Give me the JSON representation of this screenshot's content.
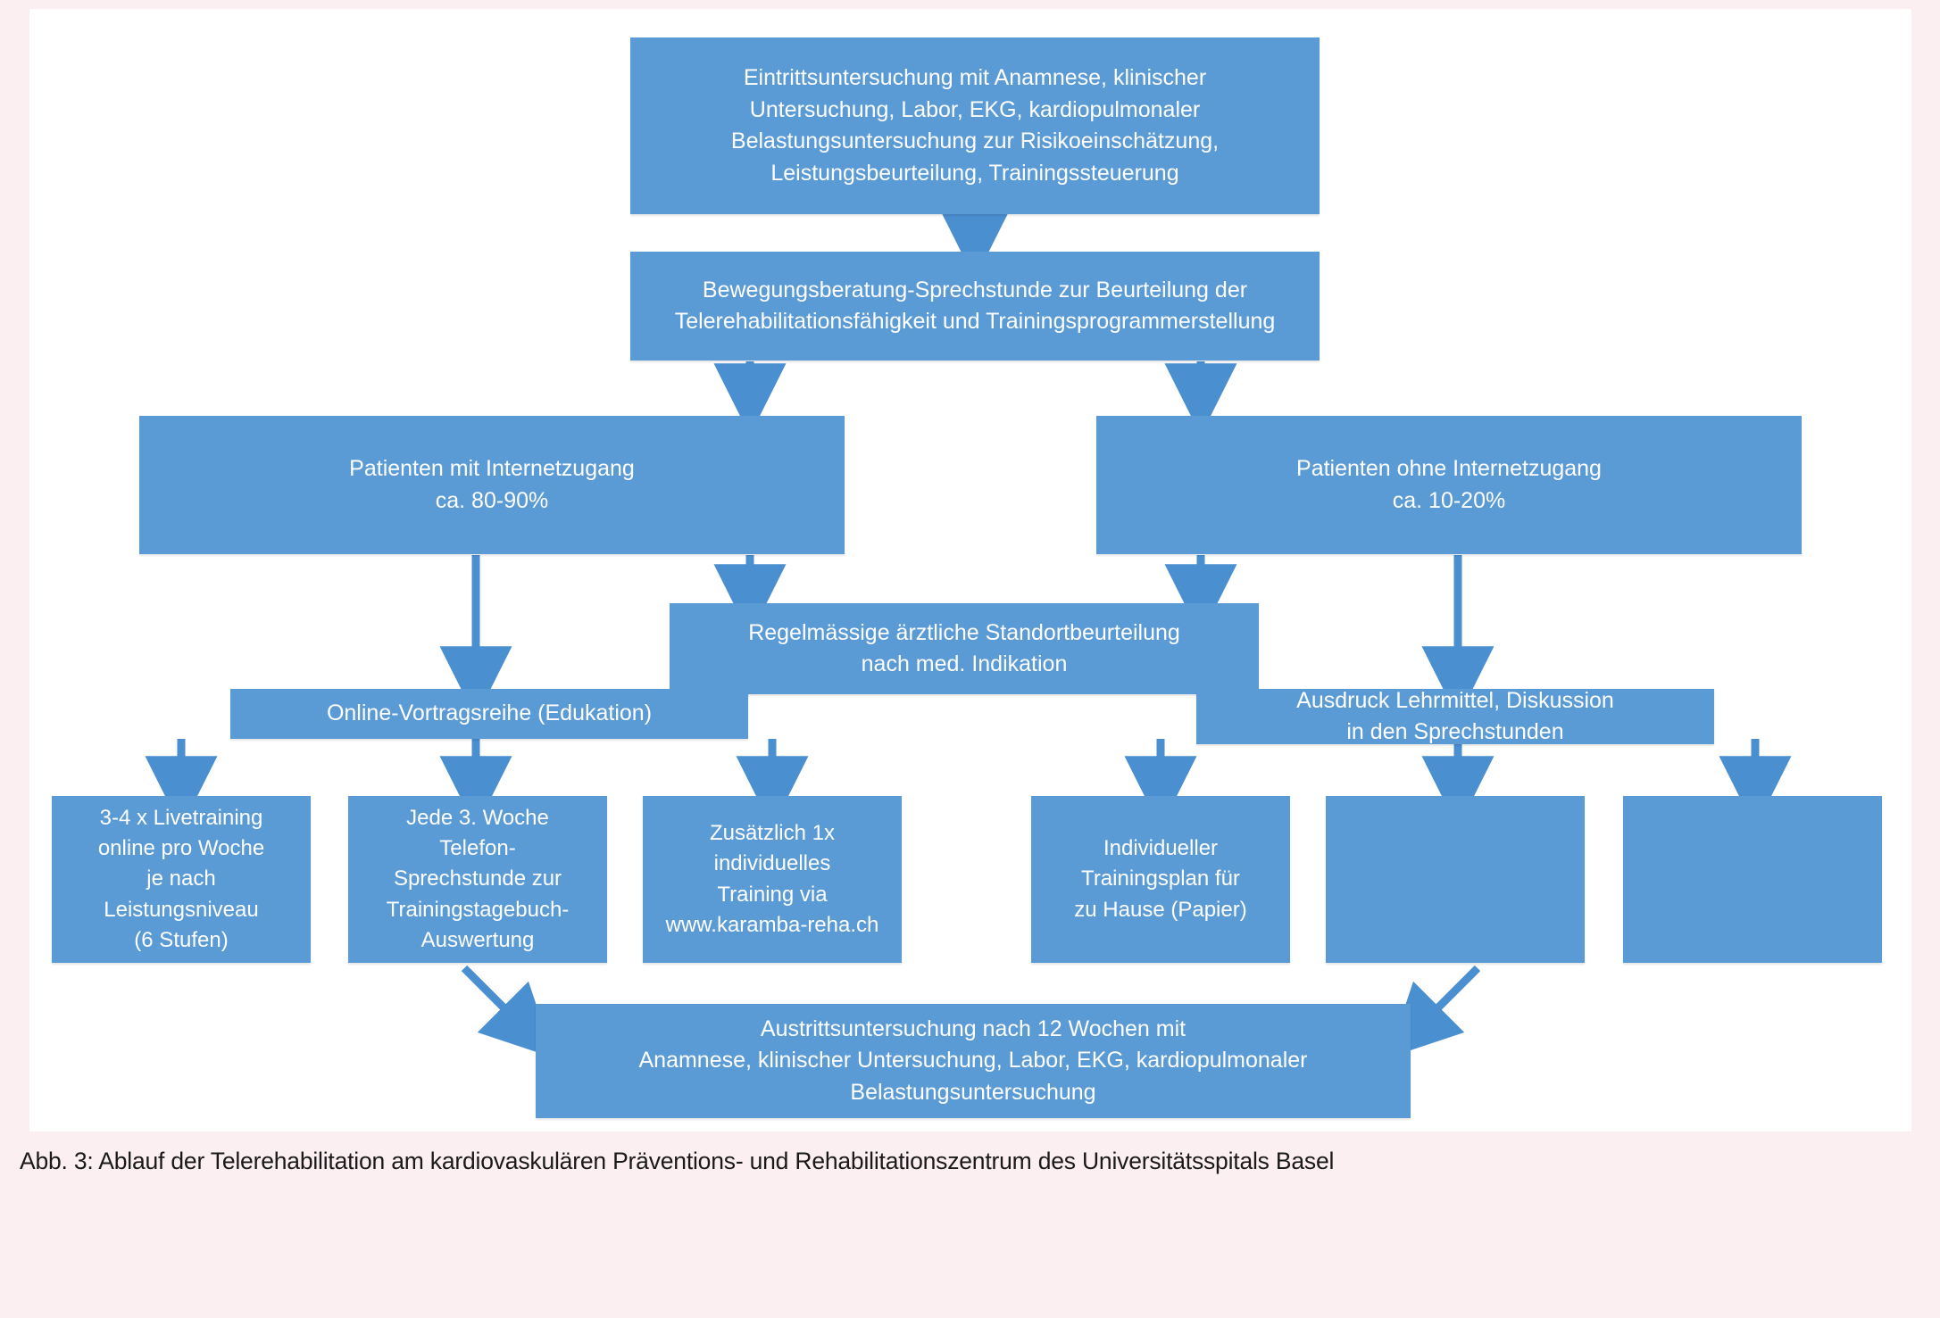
{
  "figure": {
    "caption": "Abb. 3: Ablauf der Telerehabilitation am kardiovaskulären Präventions- und Rehabilitationszentrum des Universitätsspitals Basel",
    "background_color": "#fceff1",
    "canvas_color": "#ffffff",
    "box_color": "#5b9bd5",
    "arrow_color": "#4a8fd0",
    "text_color": "#ffffff"
  },
  "nodes": {
    "entry_exam": "Eintrittsuntersuchung mit Anamnese, klinischer\nUntersuchung, Labor, EKG, kardiopulmonaler\nBelastungsuntersuchung zur Risikoeinschätzung,\nLeistungsbeurteilung, Trainingssteuerung",
    "consultation": "Bewegungsberatung-Sprechstunde zur Beurteilung der\nTelerehabilitationsfähigkeit und Trainingsprogrammerstellung",
    "with_internet": "Patienten mit Internetzugang\nca. 80-90%",
    "without_internet": "Patienten ohne Internetzugang\nca. 10-20%",
    "regular_assessment": "Regelmässige ärztliche Standortbeurteilung\nnach med. Indikation",
    "online_lectures": "Online-Vortragsreihe (Edukation)",
    "printed_material": "Ausdruck Lehrmittel, Diskussion\nin den Sprechstunden",
    "live_training": "3-4 x Livetraining\nonline pro Woche\nje nach\nLeistungsniveau\n(6 Stufen)",
    "phone_consult": "Jede 3. Woche\nTelefon-\nSprechstunde zur\nTrainingstagebuch-\nAuswertung",
    "individual_training": "Zusätzlich 1x\nindividuelles\nTraining via\nwww.karamba-reha.ch",
    "home_plan": "Individueller\nTrainingsplan für\nzu Hause (Papier)",
    "blank_box_1": "",
    "blank_box_2": "",
    "exit_exam": "Austrittsuntersuchung nach 12 Wochen mit\nAnamnese, klinischer Untersuchung, Labor, EKG, kardiopulmonaler\nBelastungsuntersuchung"
  }
}
